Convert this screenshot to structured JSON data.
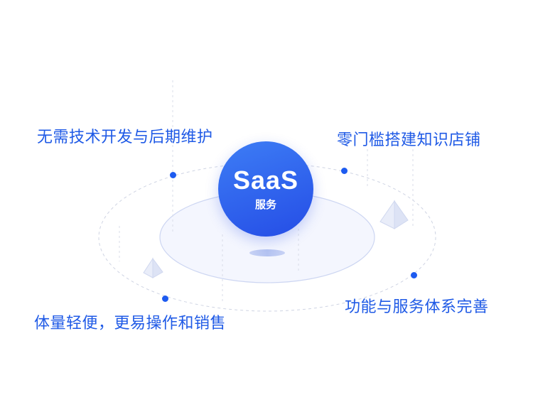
{
  "hub": {
    "title": "SaaS",
    "subtitle": "服务"
  },
  "features": [
    {
      "label": "无需技术开发与后期维护"
    },
    {
      "label": "零门槛搭建知识店铺"
    },
    {
      "label": "体量轻便，更易操作和销售"
    },
    {
      "label": "功能与服务体系完善"
    }
  ],
  "colors": {
    "text_blue": "#1f5ae6",
    "dot_blue": "#1d5bf0",
    "hub_top": "#3d7df5",
    "hub_bottom": "#254de6",
    "platform_fill": "#f3f5fe",
    "platform_stroke": "#ccd6f2",
    "dashed": "#cfd4e3"
  }
}
